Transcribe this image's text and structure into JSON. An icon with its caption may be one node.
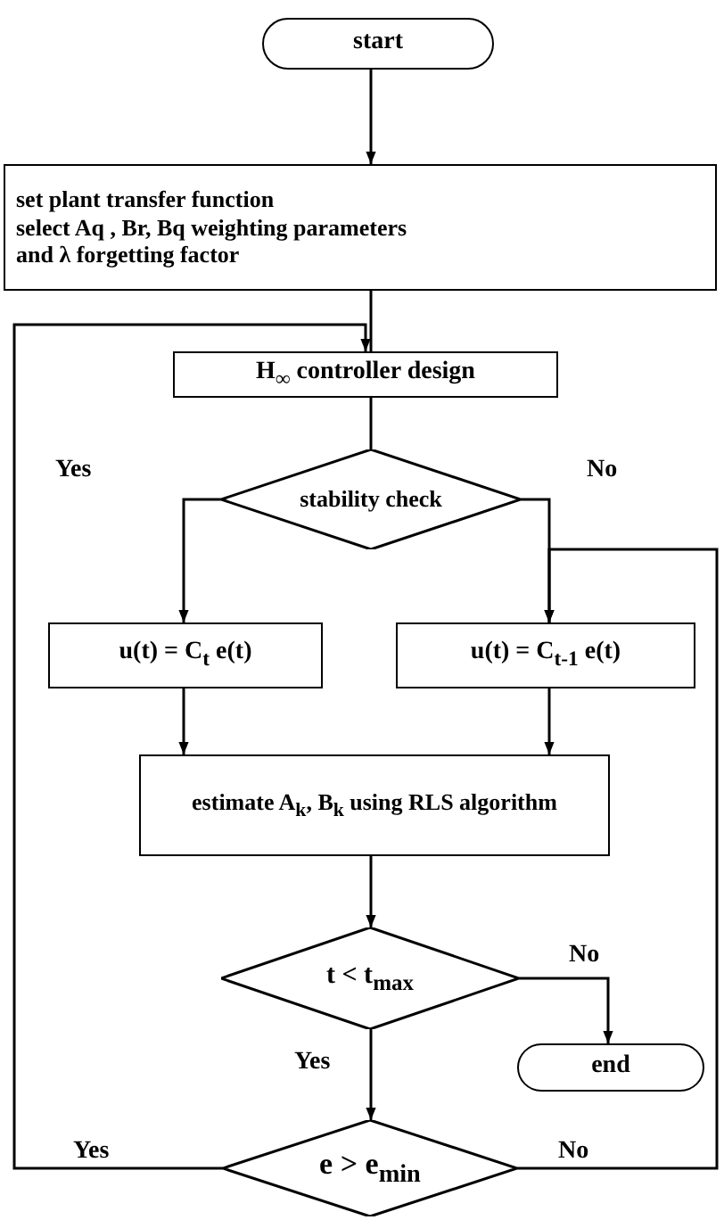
{
  "diagram": {
    "nodes": [
      {
        "text": [
          "start"
        ]
      },
      {
        "text": [
          "set plant transfer function",
          "select  Aq , Br, Bq weighting parameters",
          "and  λ forgetting factor"
        ]
      },
      {
        "text": [
          "H$_{∞}$ controller design"
        ]
      },
      {
        "text": [
          "stability check"
        ]
      },
      {
        "text": [
          "u(t) = C$_{t}$ e(t)"
        ]
      },
      {
        "text": [
          "u(t) = C$_{t-1}$ e(t)"
        ]
      },
      {
        "text": [
          "estimate A$_{k}$, B$_{k}$ using RLS algorithm"
        ]
      },
      {
        "text": [
          "t < t$_{max}$"
        ]
      },
      {
        "text": [
          "end"
        ]
      },
      {
        "text": [
          "e > e$_{min}$"
        ]
      }
    ],
    "edges": [
      {
        "from": 0,
        "to": 1,
        "arrow": "to"
      },
      {
        "from": 1,
        "to": 2,
        "arrow": "none"
      },
      {
        "from": 2,
        "to": 3,
        "arrow": "none"
      },
      {
        "from": 3,
        "to": 4,
        "arrow": "to",
        "label": "Yes"
      },
      {
        "from": 3,
        "to": 5,
        "arrow": "to",
        "label": "No"
      },
      {
        "from": 4,
        "to": 6,
        "arrow": "to"
      },
      {
        "from": 5,
        "to": 6,
        "arrow": "to"
      },
      {
        "from": 6,
        "to": 7,
        "arrow": "to"
      },
      {
        "from": 7,
        "to": 8,
        "arrow": "to",
        "label": "No"
      },
      {
        "from": 7,
        "to": 9,
        "arrow": "to",
        "label": "Yes"
      },
      {
        "from": 9,
        "to": 2,
        "arrow": "to",
        "label": "Yes"
      },
      {
        "from": 9,
        "to": 5,
        "arrow": "to",
        "label": "No"
      }
    ]
  }
}
